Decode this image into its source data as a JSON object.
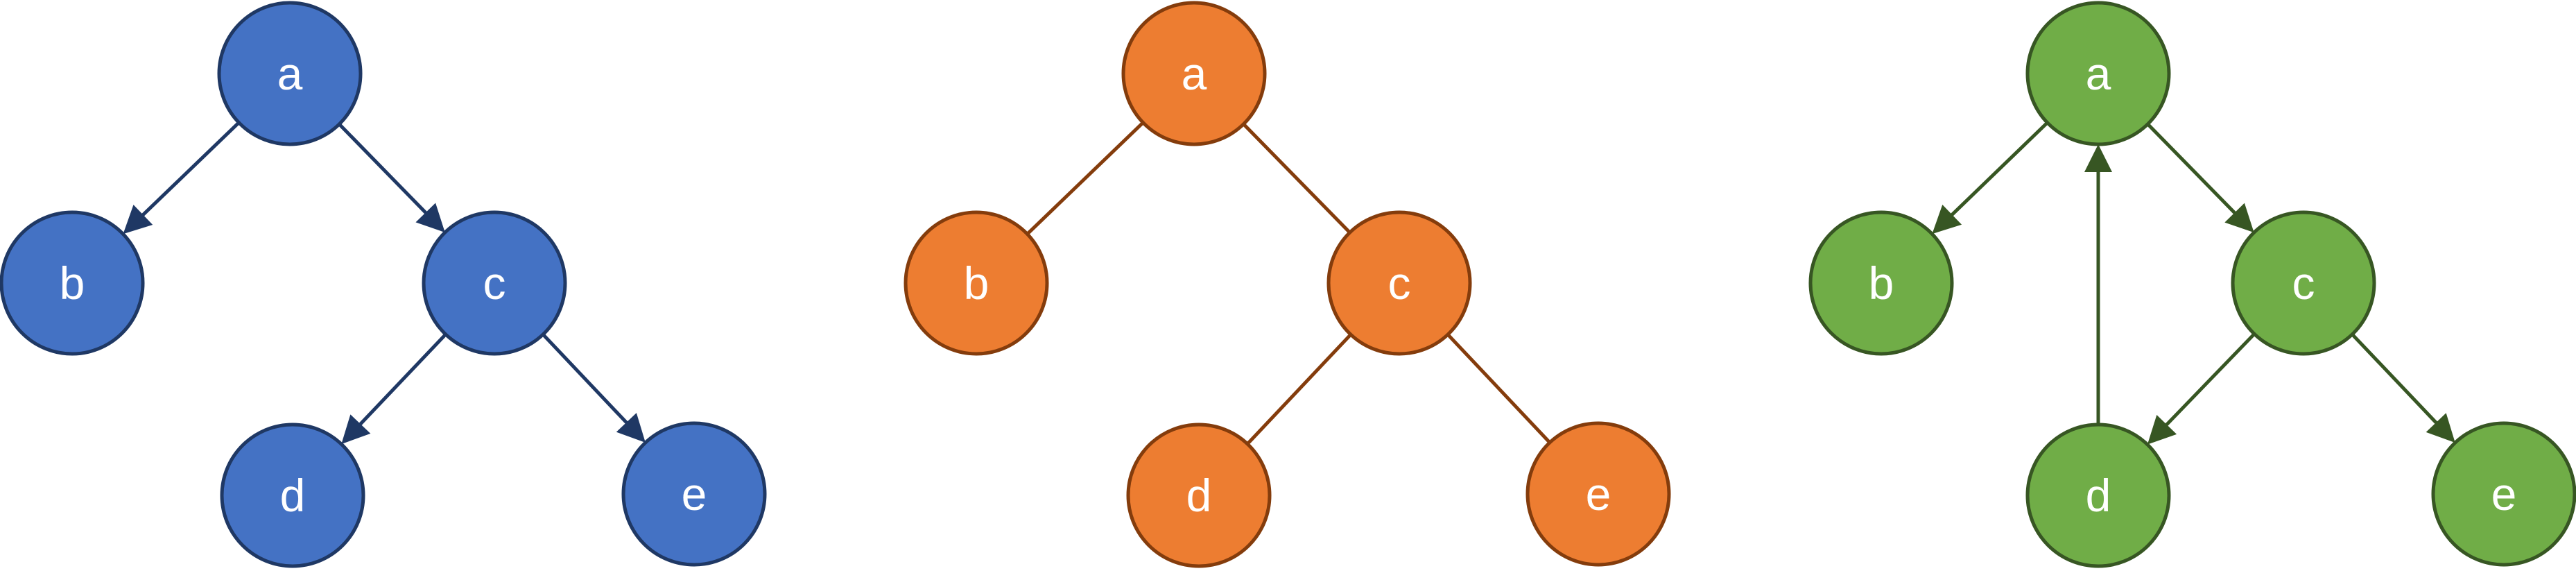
{
  "graphs": [
    {
      "id": "directed-tree",
      "fill": "#4472C4",
      "stroke": "#1F3864",
      "edge_color": "#1F3864",
      "directed": true,
      "nodes": [
        {
          "id": "a",
          "label": "a"
        },
        {
          "id": "b",
          "label": "b"
        },
        {
          "id": "c",
          "label": "c"
        },
        {
          "id": "d",
          "label": "d"
        },
        {
          "id": "e",
          "label": "e"
        }
      ],
      "edges": [
        {
          "from": "a",
          "to": "b"
        },
        {
          "from": "a",
          "to": "c"
        },
        {
          "from": "c",
          "to": "d"
        },
        {
          "from": "c",
          "to": "e"
        }
      ]
    },
    {
      "id": "undirected-tree",
      "fill": "#ED7D31",
      "stroke": "#843C0C",
      "edge_color": "#843C0C",
      "directed": false,
      "nodes": [
        {
          "id": "a",
          "label": "a"
        },
        {
          "id": "b",
          "label": "b"
        },
        {
          "id": "c",
          "label": "c"
        },
        {
          "id": "d",
          "label": "d"
        },
        {
          "id": "e",
          "label": "e"
        }
      ],
      "edges": [
        {
          "from": "a",
          "to": "b"
        },
        {
          "from": "a",
          "to": "c"
        },
        {
          "from": "c",
          "to": "d"
        },
        {
          "from": "c",
          "to": "e"
        }
      ]
    },
    {
      "id": "directed-with-back-edge",
      "fill": "#70AD47",
      "stroke": "#375623",
      "edge_color": "#375623",
      "directed": true,
      "nodes": [
        {
          "id": "a",
          "label": "a"
        },
        {
          "id": "b",
          "label": "b"
        },
        {
          "id": "c",
          "label": "c"
        },
        {
          "id": "d",
          "label": "d"
        },
        {
          "id": "e",
          "label": "e"
        }
      ],
      "edges": [
        {
          "from": "a",
          "to": "b"
        },
        {
          "from": "a",
          "to": "c"
        },
        {
          "from": "c",
          "to": "d"
        },
        {
          "from": "c",
          "to": "e"
        },
        {
          "from": "d",
          "to": "a"
        }
      ]
    }
  ]
}
